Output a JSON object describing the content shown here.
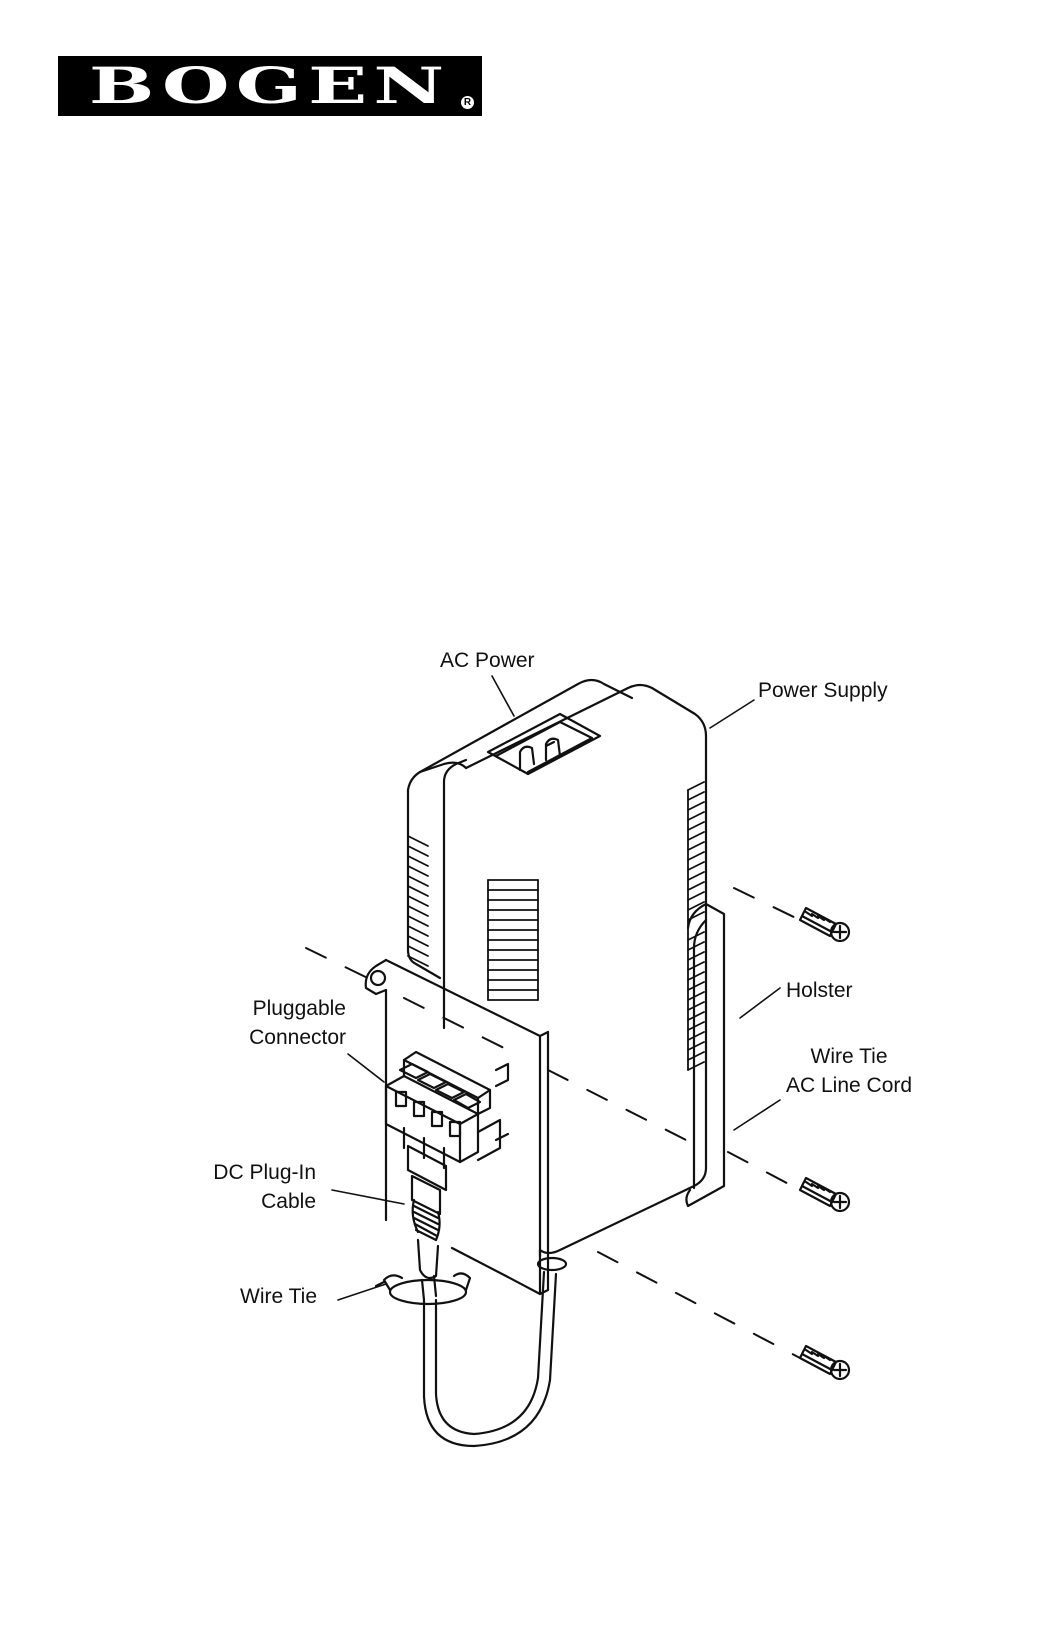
{
  "brand": {
    "name": "BOGEN",
    "registered_mark": "R"
  },
  "labels": {
    "ac_power": "AC Power",
    "power_supply": "Power Supply",
    "holster": "Holster",
    "wire_tie_ac_line_cord": [
      "Wire Tie",
      "AC Line Cord"
    ],
    "pluggable_connector": [
      "Pluggable",
      "Connector"
    ],
    "dc_plug_in_cable": [
      "DC Plug-In",
      "Cable"
    ],
    "wire_tie": "Wire Tie"
  },
  "colors": {
    "line": "#111111",
    "background": "#ffffff",
    "logo_bg": "#000000",
    "logo_text": "#ffffff"
  }
}
